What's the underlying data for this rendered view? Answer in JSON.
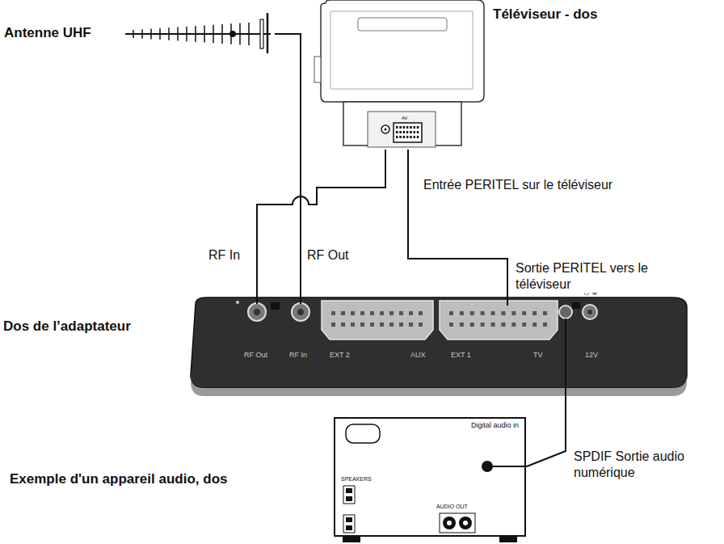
{
  "diagram": {
    "nodes": [
      {
        "text": [
          "Antenne UHF"
        ]
      },
      {
        "text": [
          "Téléviseur - dos",
          "AV"
        ]
      },
      {
        "text": [
          "Dos de l’adaptateur",
          "RF Out",
          "RF In",
          "EXT 2",
          "AUX",
          "EXT 1",
          "TV",
          "12V"
        ]
      },
      {
        "text": [
          "Exemple d'un appareil audio, dos",
          "SPEAKERS",
          "AUDIO OUT",
          "Digital audio in"
        ]
      }
    ],
    "edges": [
      {
        "from": 0,
        "to": 2,
        "arrow": "none",
        "label": "RF Out"
      },
      {
        "from": 2,
        "to": 1,
        "arrow": "none",
        "label": "RF In"
      },
      {
        "from": 2,
        "to": 1,
        "arrow": "none",
        "label": "Sortie PERITEL vers le téléviseur"
      },
      {
        "from": 2,
        "to": 3,
        "arrow": "none",
        "label": "SPDIF Sortie audio numérique"
      }
    ],
    "labels": [
      "Entrée PERITEL sur le téléviseur"
    ]
  }
}
